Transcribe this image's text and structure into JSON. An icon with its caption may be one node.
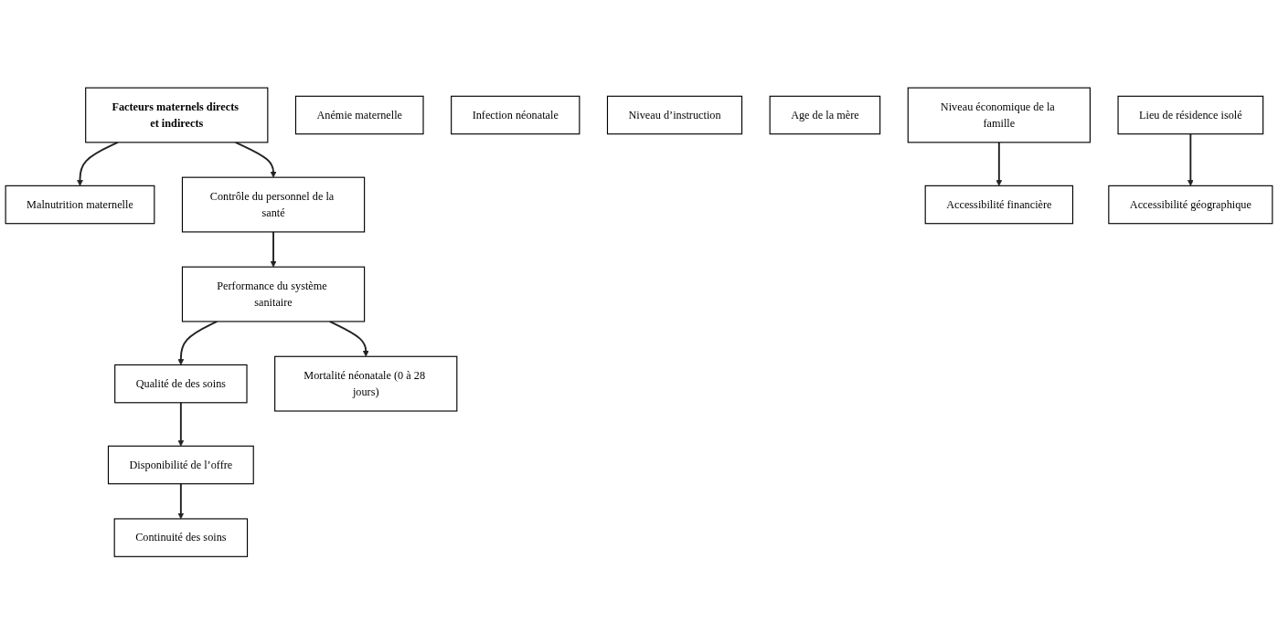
{
  "diagram": {
    "nodes": [
      {
        "text": [
          "Facteurs maternels directs et indirects"
        ]
      },
      {
        "text": [
          "Malnutrition maternelle"
        ]
      },
      {
        "text": [
          "Anémie maternelle"
        ]
      },
      {
        "text": [
          "Infection néonatale"
        ]
      },
      {
        "text": [
          "Niveau d’instruction"
        ]
      },
      {
        "text": [
          "Age de la mère"
        ]
      },
      {
        "text": [
          "Niveau économique de la famille"
        ]
      },
      {
        "text": [
          "Lieu de résidence isolé"
        ]
      },
      {
        "text": [
          "Contrôle du personnel de la santé"
        ]
      },
      {
        "text": [
          "Accessibilité financière"
        ]
      },
      {
        "text": [
          "Accessibilité géographique"
        ]
      },
      {
        "text": [
          "Performance du système sanitaire"
        ]
      },
      {
        "text": [
          "Qualité de des soins"
        ]
      },
      {
        "text": [
          "Disponibilité de l’offre"
        ]
      },
      {
        "text": [
          "Continuité des soins"
        ]
      },
      {
        "text": [
          "Mortalité néonatale (0 à 28 jours)"
        ]
      }
    ],
    "edges": [
      {
        "from": 0,
        "to": 1,
        "arrow": "to"
      },
      {
        "from": 0,
        "to": 8,
        "arrow": "to"
      },
      {
        "from": 6,
        "to": 9,
        "arrow": "to"
      },
      {
        "from": 7,
        "to": 10,
        "arrow": "to"
      },
      {
        "from": 8,
        "to": 11,
        "arrow": "to"
      },
      {
        "from": 11,
        "to": 12,
        "arrow": "to"
      },
      {
        "from": 12,
        "to": 13,
        "arrow": "to"
      },
      {
        "from": 13,
        "to": 14,
        "arrow": "to"
      },
      {
        "from": 11,
        "to": 15,
        "arrow": "to"
      }
    ]
  }
}
